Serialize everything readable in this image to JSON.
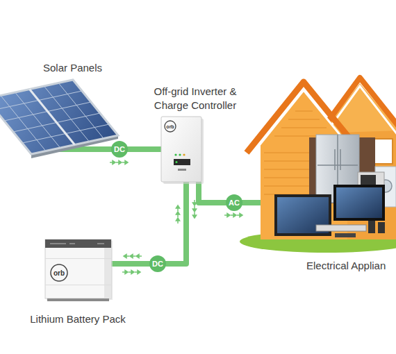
{
  "diagram": {
    "nodes": [
      {
        "text": [
          "Solar Panels"
        ]
      },
      {
        "text": [
          "Off-grid Inverter & Charge Controller"
        ]
      },
      {
        "text": [
          "Electrical Applian"
        ]
      },
      {
        "text": [
          "Lithium Battery Pack"
        ]
      }
    ],
    "edges": [
      {
        "from": 0,
        "to": 1,
        "label": "DC",
        "arrow": "to"
      },
      {
        "from": 1,
        "to": 2,
        "label": "AC",
        "arrow": "to"
      },
      {
        "from": 1,
        "to": 3,
        "label": "DC",
        "arrow": "both"
      }
    ],
    "labels": [
      "orb",
      "orb"
    ]
  }
}
